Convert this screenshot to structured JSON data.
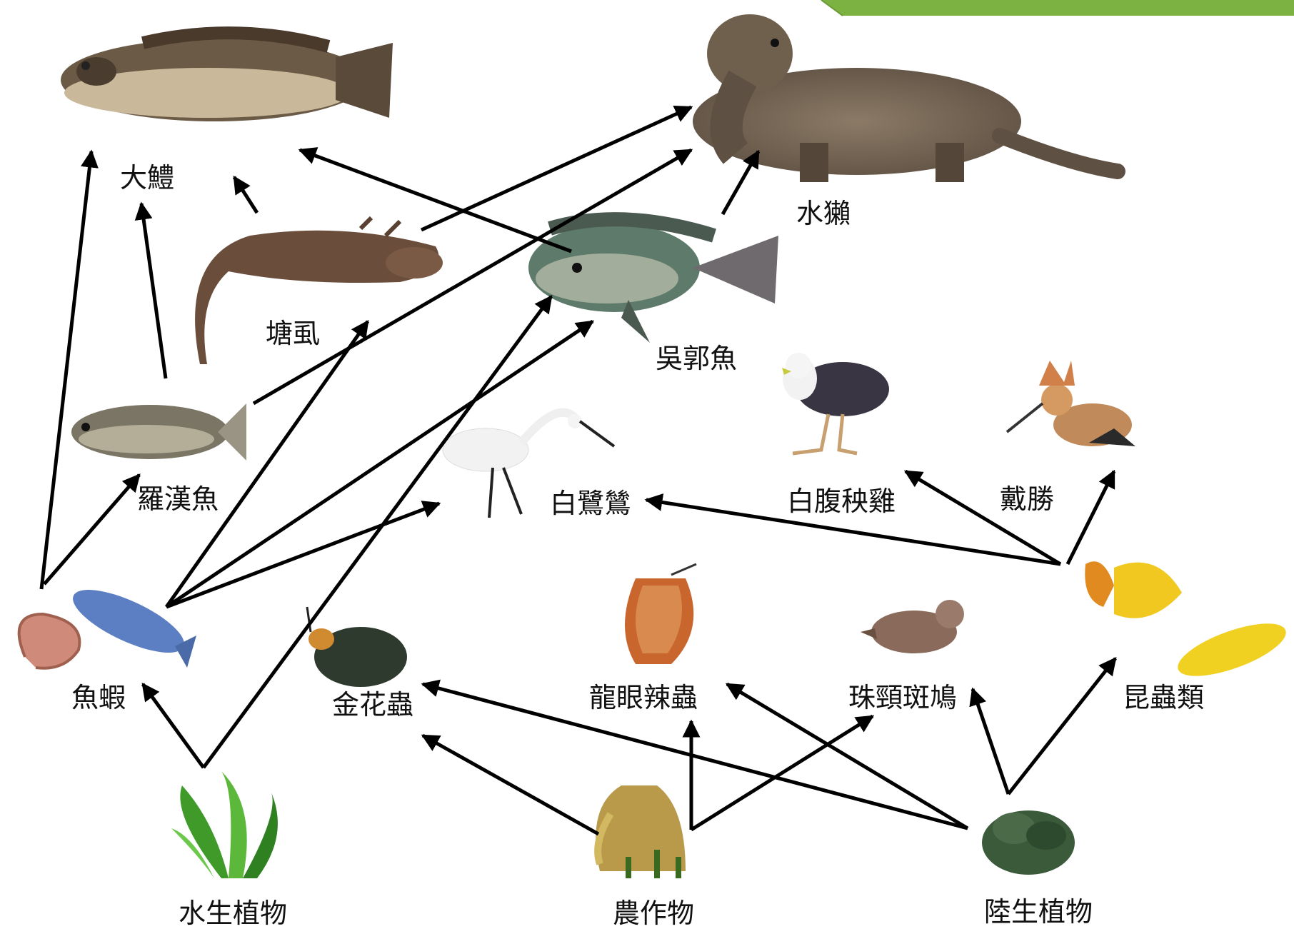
{
  "nodes": {
    "snakehead": "大鱧",
    "otter": "水獺",
    "catfish": "塘虱",
    "tilapia": "吳郭魚",
    "moorhen": "白腹秧雞",
    "hoopoe": "戴勝",
    "barb": "羅漢魚",
    "egret": "白鷺鷥",
    "fish_shrimp": "魚蝦",
    "beetle": "金花蟲",
    "stinkbug": "龍眼辣蟲",
    "dove": "珠頸斑鳩",
    "insects": "昆蟲類",
    "aquatic_plants": "水生植物",
    "crops": "農作物",
    "land_plants": "陸生植物"
  },
  "colors": {
    "accent_green": "#7bb241",
    "arrow": "#000000"
  }
}
